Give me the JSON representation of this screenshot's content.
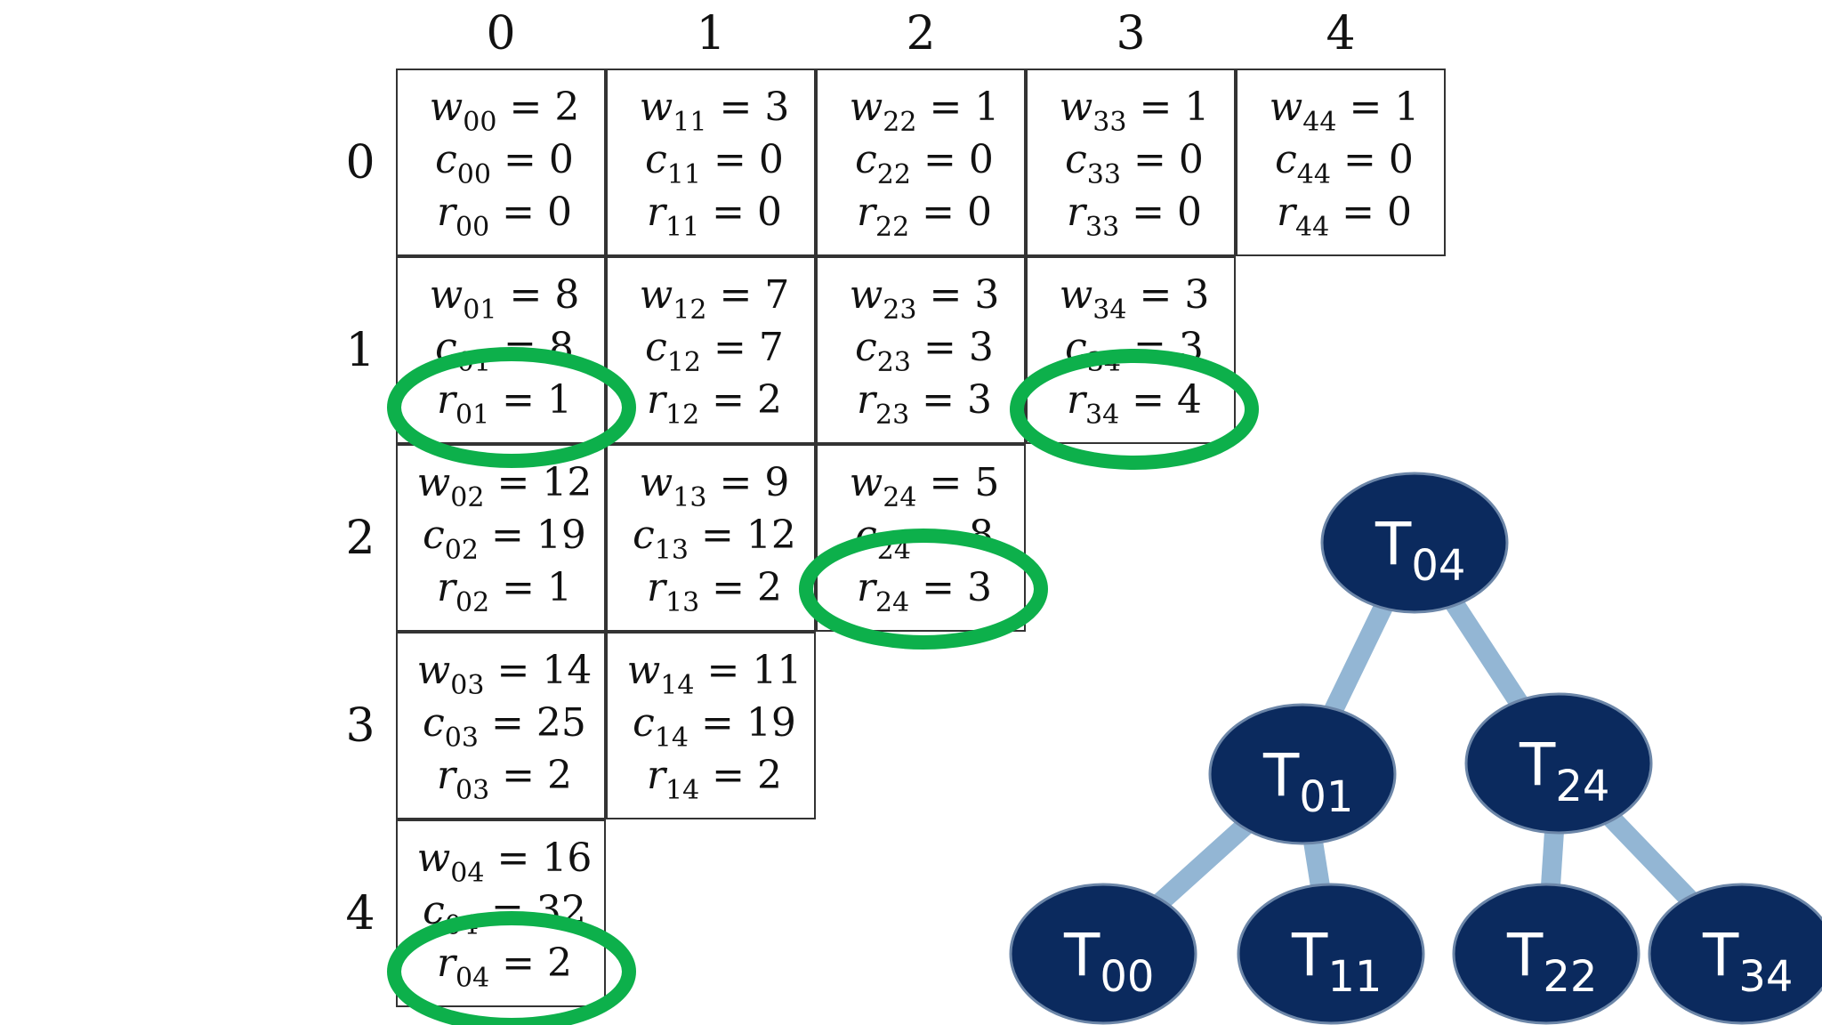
{
  "columns": [
    "0",
    "1",
    "2",
    "3",
    "4"
  ],
  "rows": [
    "0",
    "1",
    "2",
    "3",
    "4"
  ],
  "cells": [
    {
      "row": 0,
      "col": 0,
      "lines": [
        [
          "w",
          "00",
          "2"
        ],
        [
          "c",
          "00",
          "0"
        ],
        [
          "r",
          "00",
          "0"
        ]
      ]
    },
    {
      "row": 0,
      "col": 1,
      "lines": [
        [
          "w",
          "11",
          "3"
        ],
        [
          "c",
          "11",
          "0"
        ],
        [
          "r",
          "11",
          "0"
        ]
      ]
    },
    {
      "row": 0,
      "col": 2,
      "lines": [
        [
          "w",
          "22",
          "1"
        ],
        [
          "c",
          "22",
          "0"
        ],
        [
          "r",
          "22",
          "0"
        ]
      ]
    },
    {
      "row": 0,
      "col": 3,
      "lines": [
        [
          "w",
          "33",
          "1"
        ],
        [
          "c",
          "33",
          "0"
        ],
        [
          "r",
          "33",
          "0"
        ]
      ]
    },
    {
      "row": 0,
      "col": 4,
      "lines": [
        [
          "w",
          "44",
          "1"
        ],
        [
          "c",
          "44",
          "0"
        ],
        [
          "r",
          "44",
          "0"
        ]
      ]
    },
    {
      "row": 1,
      "col": 0,
      "lines": [
        [
          "w",
          "01",
          "8"
        ],
        [
          "c",
          "01",
          "8"
        ],
        [
          "r",
          "01",
          "1"
        ]
      ]
    },
    {
      "row": 1,
      "col": 1,
      "lines": [
        [
          "w",
          "12",
          "7"
        ],
        [
          "c",
          "12",
          "7"
        ],
        [
          "r",
          "12",
          "2"
        ]
      ]
    },
    {
      "row": 1,
      "col": 2,
      "lines": [
        [
          "w",
          "23",
          "3"
        ],
        [
          "c",
          "23",
          "3"
        ],
        [
          "r",
          "23",
          "3"
        ]
      ]
    },
    {
      "row": 1,
      "col": 3,
      "lines": [
        [
          "w",
          "34",
          "3"
        ],
        [
          "c",
          "34",
          "3"
        ],
        [
          "r",
          "34",
          "4"
        ]
      ]
    },
    {
      "row": 2,
      "col": 0,
      "lines": [
        [
          "w",
          "02",
          "12"
        ],
        [
          "c",
          "02",
          "19"
        ],
        [
          "r",
          "02",
          "1"
        ]
      ]
    },
    {
      "row": 2,
      "col": 1,
      "lines": [
        [
          "w",
          "13",
          "9"
        ],
        [
          "c",
          "13",
          "12"
        ],
        [
          "r",
          "13",
          "2"
        ]
      ]
    },
    {
      "row": 2,
      "col": 2,
      "lines": [
        [
          "w",
          "24",
          "5"
        ],
        [
          "c",
          "24",
          "8"
        ],
        [
          "r",
          "24",
          "3"
        ]
      ]
    },
    {
      "row": 3,
      "col": 0,
      "lines": [
        [
          "w",
          "03",
          "14"
        ],
        [
          "c",
          "03",
          "25"
        ],
        [
          "r",
          "03",
          "2"
        ]
      ]
    },
    {
      "row": 3,
      "col": 1,
      "lines": [
        [
          "w",
          "14",
          "11"
        ],
        [
          "c",
          "14",
          "19"
        ],
        [
          "r",
          "14",
          "2"
        ]
      ]
    },
    {
      "row": 4,
      "col": 0,
      "lines": [
        [
          "w",
          "04",
          "16"
        ],
        [
          "c",
          "04",
          "32"
        ],
        [
          "r",
          "04",
          "2"
        ]
      ]
    }
  ],
  "highlights": [
    "r01",
    "r34",
    "r24",
    "r04"
  ],
  "tree": {
    "nodes": [
      {
        "id": "T04",
        "base": "T",
        "sub": "04"
      },
      {
        "id": "T01",
        "base": "T",
        "sub": "01"
      },
      {
        "id": "T24",
        "base": "T",
        "sub": "24"
      },
      {
        "id": "T00",
        "base": "T",
        "sub": "00"
      },
      {
        "id": "T11",
        "base": "T",
        "sub": "11"
      },
      {
        "id": "T22",
        "base": "T",
        "sub": "22"
      },
      {
        "id": "T34",
        "base": "T",
        "sub": "34"
      }
    ],
    "edges": [
      [
        "T04",
        "T01"
      ],
      [
        "T04",
        "T24"
      ],
      [
        "T01",
        "T00"
      ],
      [
        "T01",
        "T11"
      ],
      [
        "T24",
        "T22"
      ],
      [
        "T24",
        "T34"
      ]
    ]
  },
  "colors": {
    "node_fill": "#0b2a5e",
    "edge": "#93b6d4",
    "highlight": "#0db04b"
  }
}
